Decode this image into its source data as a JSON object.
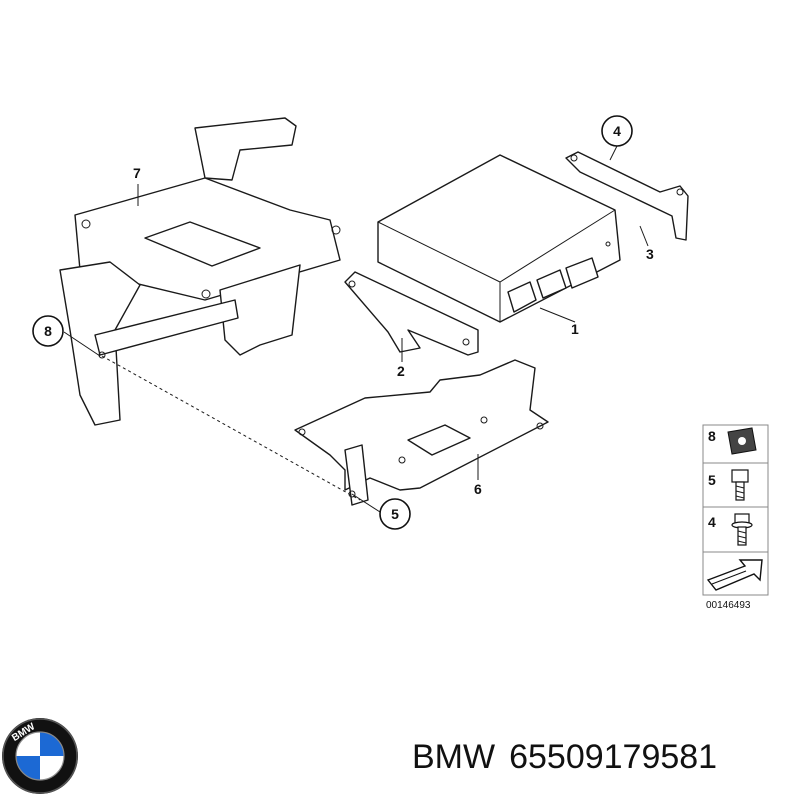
{
  "callouts": {
    "c1": "1",
    "c2": "2",
    "c3": "3",
    "c4": "4",
    "c5": "5",
    "c6": "6",
    "c7": "7",
    "c8": "8"
  },
  "legend": {
    "items": [
      "8",
      "5",
      "4"
    ],
    "ref_number": "00146493"
  },
  "brand": {
    "name": "BMW",
    "part_number": "65509179581",
    "logo_text": "BMW",
    "logo_colors": {
      "blue": "#1c69d4",
      "white": "#ffffff",
      "ring": "#111111"
    }
  }
}
